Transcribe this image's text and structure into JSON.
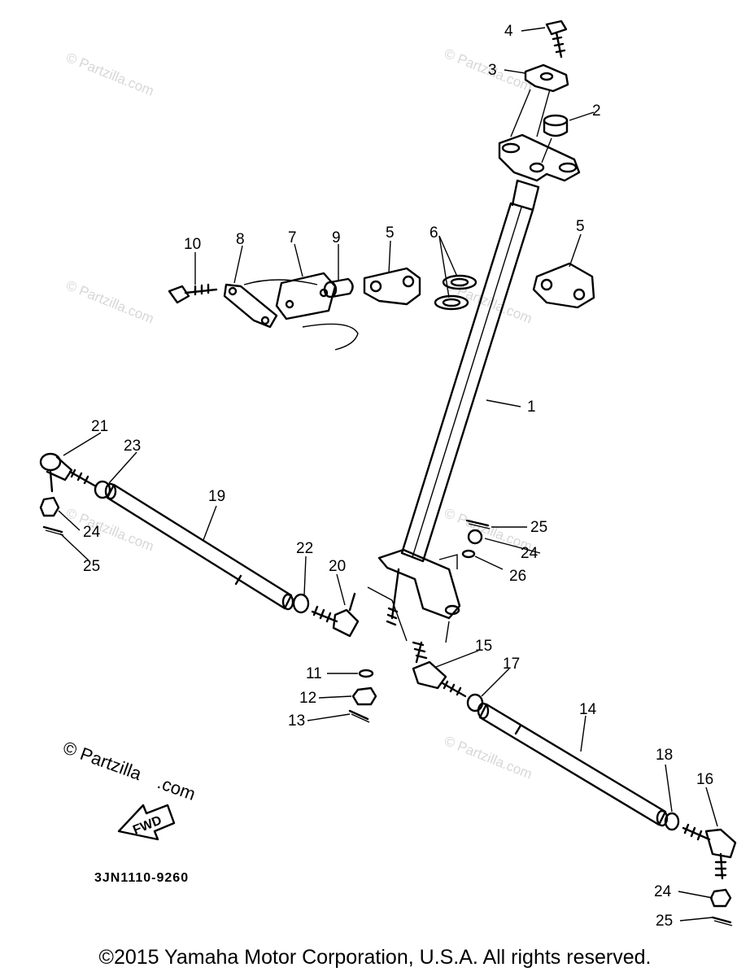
{
  "diagram": {
    "parts": [
      {
        "num": "1"
      },
      {
        "num": "2"
      },
      {
        "num": "3"
      },
      {
        "num": "4"
      },
      {
        "num": "5"
      },
      {
        "num": "5"
      },
      {
        "num": "6"
      },
      {
        "num": "7"
      },
      {
        "num": "8"
      },
      {
        "num": "9"
      },
      {
        "num": "10"
      },
      {
        "num": "11"
      },
      {
        "num": "12"
      },
      {
        "num": "13"
      },
      {
        "num": "14"
      },
      {
        "num": "15"
      },
      {
        "num": "16"
      },
      {
        "num": "17"
      },
      {
        "num": "18"
      },
      {
        "num": "19"
      },
      {
        "num": "20"
      },
      {
        "num": "21"
      },
      {
        "num": "22"
      },
      {
        "num": "23"
      },
      {
        "num": "24"
      },
      {
        "num": "24"
      },
      {
        "num": "24"
      },
      {
        "num": "25"
      },
      {
        "num": "25"
      },
      {
        "num": "25"
      },
      {
        "num": "26"
      }
    ],
    "watermark": "© Partzilla.com",
    "watermark_main_line1": "© Partzilla",
    "watermark_main_line2": ".com",
    "fwd_label": "FWD",
    "diagram_code": "3JN1110-9260"
  },
  "footer": {
    "copyright": "©2015 Yamaha Motor Corporation, U.S.A. All rights reserved."
  }
}
